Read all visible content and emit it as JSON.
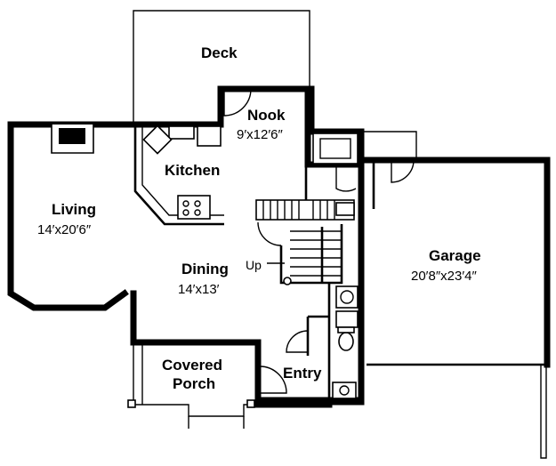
{
  "rooms": {
    "deck": {
      "name": "Deck"
    },
    "nook": {
      "name": "Nook",
      "size": "9′x12′6″"
    },
    "kitchen": {
      "name": "Kitchen"
    },
    "living": {
      "name": "Living",
      "size": "14′x20′6″"
    },
    "dining": {
      "name": "Dining",
      "size": "14′x13′"
    },
    "garage": {
      "name": "Garage",
      "size": "20′8″x23′4″"
    },
    "covered_porch": {
      "name_line1": "Covered",
      "name_line2": "Porch"
    },
    "entry": {
      "name": "Entry"
    }
  },
  "stairs": {
    "label": "Up"
  }
}
